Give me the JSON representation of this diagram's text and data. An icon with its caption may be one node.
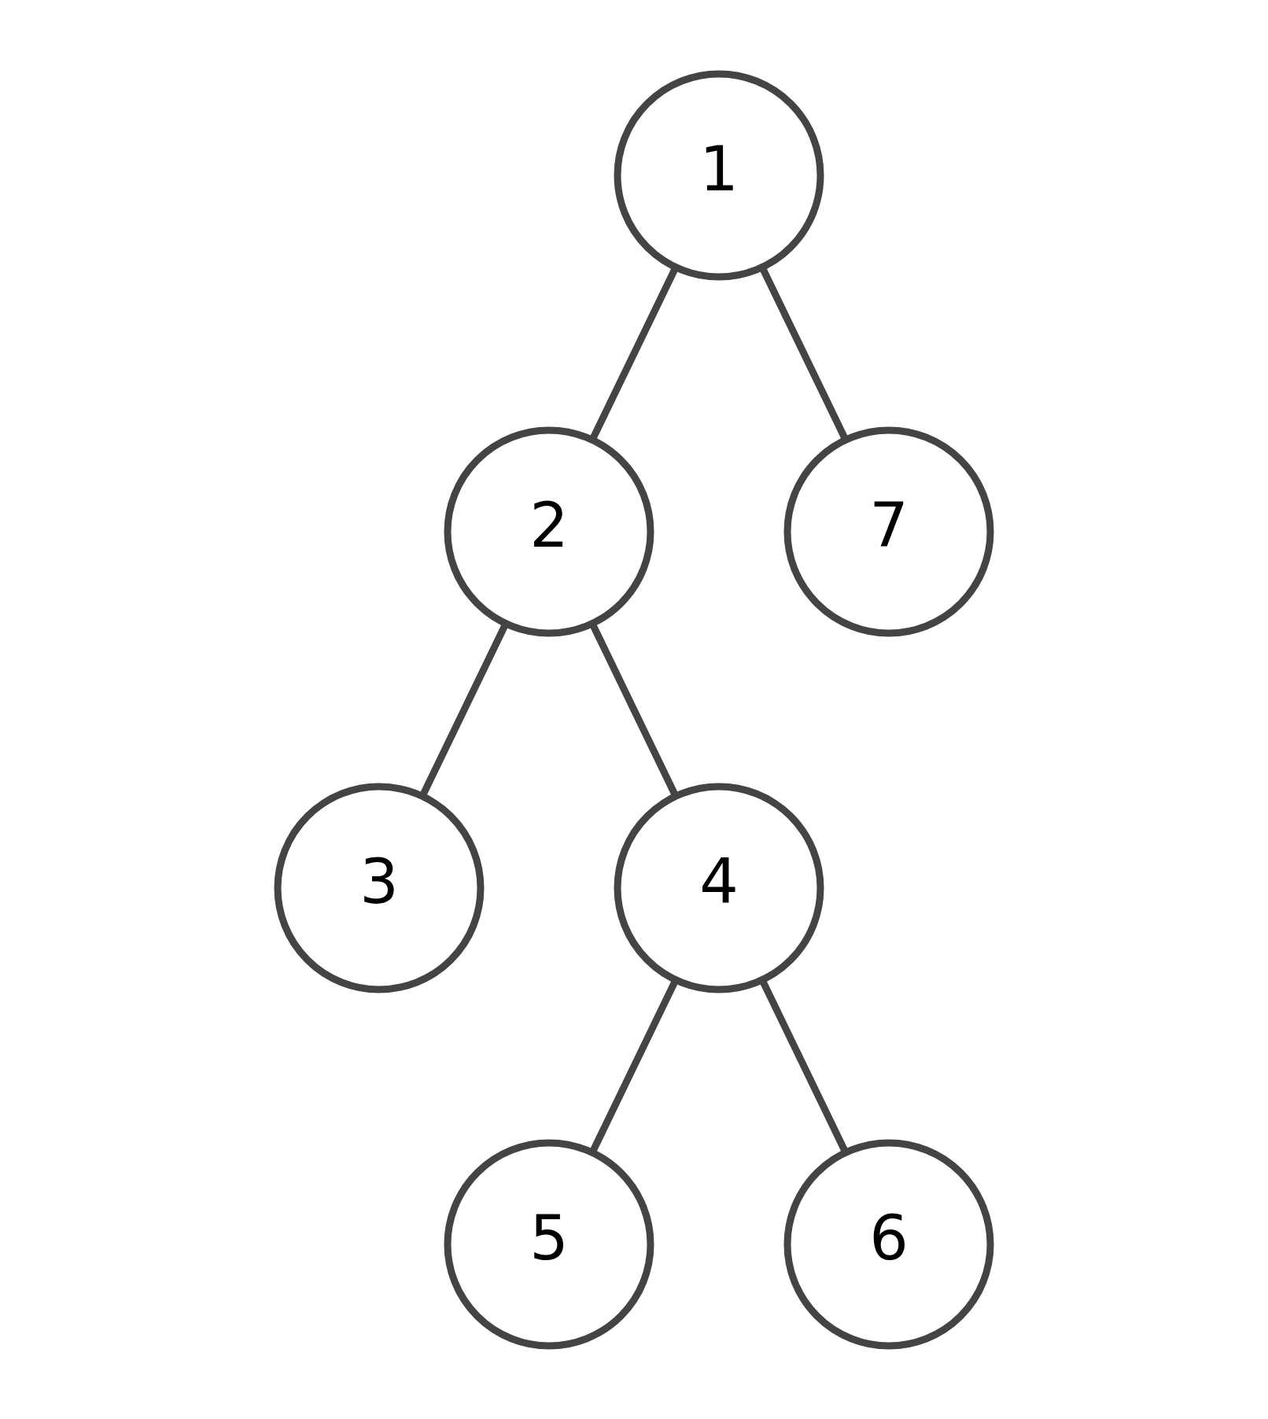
{
  "diagram": {
    "nodes": [
      {
        "text": [
          "1"
        ]
      },
      {
        "text": [
          "2"
        ]
      },
      {
        "text": [
          "3"
        ]
      },
      {
        "text": [
          "4"
        ]
      },
      {
        "text": [
          "5"
        ]
      },
      {
        "text": [
          "6"
        ]
      },
      {
        "text": [
          "7"
        ]
      }
    ],
    "edges": [
      {
        "from": 0,
        "to": 1,
        "arrow": "none"
      },
      {
        "from": 0,
        "to": 6,
        "arrow": "none"
      },
      {
        "from": 1,
        "to": 2,
        "arrow": "none"
      },
      {
        "from": 1,
        "to": 3,
        "arrow": "none"
      },
      {
        "from": 3,
        "to": 4,
        "arrow": "none"
      },
      {
        "from": 3,
        "to": 5,
        "arrow": "none"
      }
    ]
  }
}
